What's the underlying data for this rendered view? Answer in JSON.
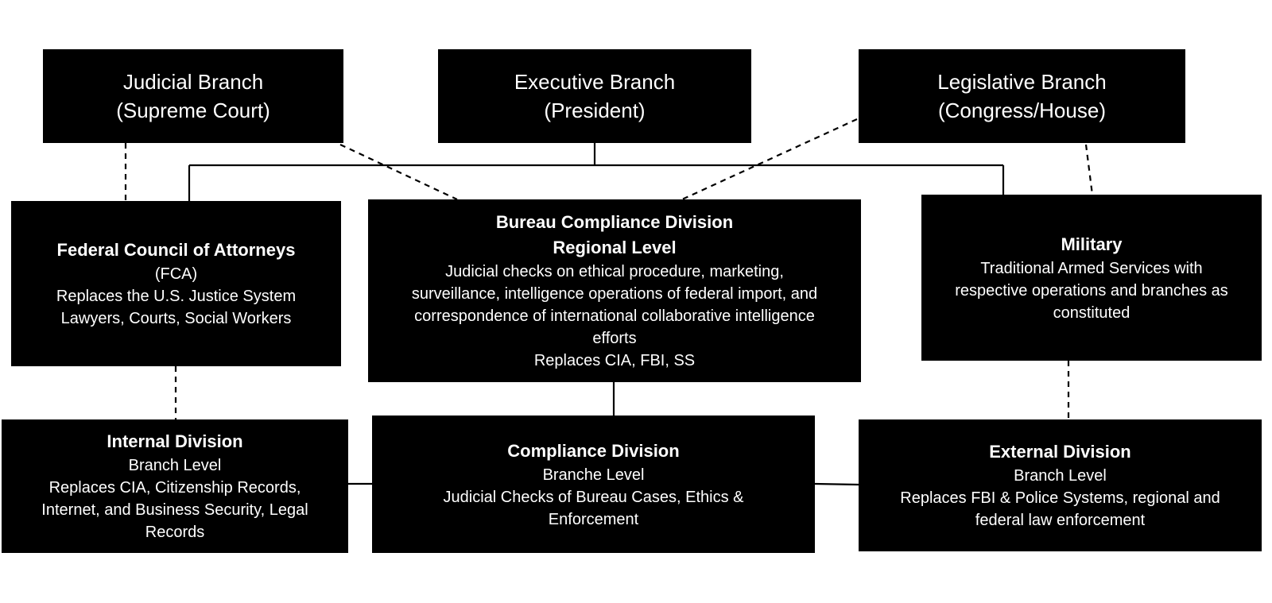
{
  "diagram": {
    "nodes": {
      "judicial": {
        "title": "",
        "lines": [
          "Judicial Branch",
          "(Supreme Court)"
        ]
      },
      "executive": {
        "title": "",
        "lines": [
          "Executive Branch",
          "(President)"
        ]
      },
      "legislative": {
        "title": "",
        "lines": [
          "Legislative Branch",
          "(Congress/House)"
        ]
      },
      "fca": {
        "title": "Federal Council of Attorneys",
        "lines": [
          "(FCA)",
          "Replaces the U.S. Justice System",
          "Lawyers, Courts, Social Workers"
        ]
      },
      "bureau": {
        "title": "Bureau Compliance Division",
        "title2": "Regional Level",
        "lines": [
          "Judicial checks on ethical procedure, marketing,",
          "surveillance, intelligence operations of federal import, and",
          "correspondence of international collaborative intelligence",
          "efforts",
          "Replaces CIA, FBI, SS"
        ]
      },
      "military": {
        "title": "Military",
        "lines": [
          "Traditional Armed Services with",
          "respective operations and branches as",
          "constituted"
        ]
      },
      "internal": {
        "title": "Internal Division",
        "lines": [
          "Branch Level",
          "Replaces CIA, Citizenship Records,",
          "Internet, and Business Security, Legal",
          "Records"
        ]
      },
      "compliance": {
        "title": "Compliance Division",
        "lines": [
          "Branche Level",
          "Judicial Checks of Bureau Cases, Ethics &",
          "Enforcement"
        ]
      },
      "external": {
        "title": "External Division",
        "lines": [
          "Branch Level",
          "Replaces FBI & Police Systems, regional and",
          "federal law enforcement"
        ]
      }
    },
    "edges": [
      {
        "from": "executive",
        "to": "fca",
        "style": "solid"
      },
      {
        "from": "executive",
        "to": "military",
        "style": "solid"
      },
      {
        "from": "judicial",
        "to": "fca",
        "style": "dashed"
      },
      {
        "from": "judicial",
        "to": "bureau",
        "style": "dashed"
      },
      {
        "from": "legislative",
        "to": "bureau",
        "style": "dashed"
      },
      {
        "from": "legislative",
        "to": "military",
        "style": "dashed"
      },
      {
        "from": "fca",
        "to": "internal",
        "style": "dashed"
      },
      {
        "from": "bureau",
        "to": "compliance",
        "style": "solid"
      },
      {
        "from": "military",
        "to": "external",
        "style": "dashed"
      },
      {
        "from": "internal",
        "to": "compliance",
        "style": "solid"
      },
      {
        "from": "compliance",
        "to": "external",
        "style": "solid"
      }
    ],
    "colors": {
      "box": "#000000",
      "text": "#ffffff",
      "line": "#000000"
    }
  }
}
